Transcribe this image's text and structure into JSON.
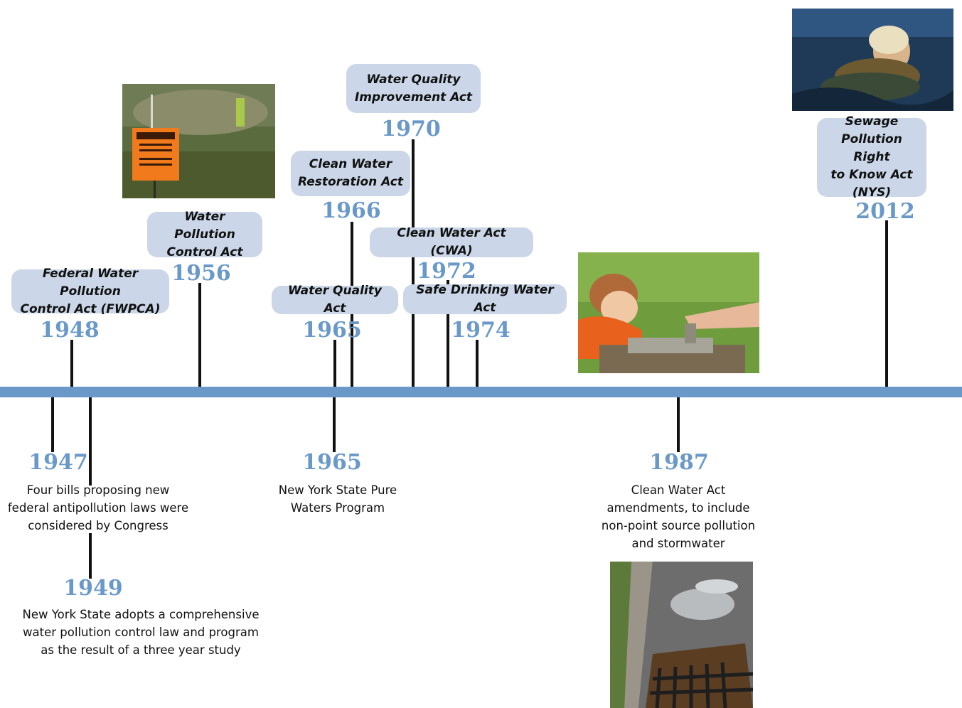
{
  "colors": {
    "axis": "#6a99c9",
    "year": "#6a99c9",
    "bubble": "#cbd7e8",
    "tick": "#111111"
  },
  "above": {
    "y1948": {
      "year": "1948",
      "label": "Federal Water Pollution\nControl Act (FWPCA)"
    },
    "y1956": {
      "year": "1956",
      "label": "Water Pollution\nControl Act"
    },
    "y1965": {
      "year": "1965",
      "label": "Water Quality Act"
    },
    "y1966": {
      "year": "1966",
      "label": "Clean Water\nRestoration Act"
    },
    "y1970": {
      "year": "1970",
      "label": "Water Quality\nImprovement Act"
    },
    "y1972": {
      "year": "1972",
      "label": "Clean Water Act (CWA)"
    },
    "y1974": {
      "year": "1974",
      "label": "Safe Drinking Water Act"
    },
    "y2012": {
      "year": "2012",
      "label": "Sewage\nPollution Right\nto Know Act\n(NYS)"
    }
  },
  "below": {
    "y1947": {
      "year": "1947",
      "text": "Four bills proposing new\nfederal antipollution laws were\nconsidered by Congress"
    },
    "y1949": {
      "year": "1949",
      "text": "New York State adopts a comprehensive\nwater pollution control law and program\nas the result of a three year study"
    },
    "y1965": {
      "year": "1965",
      "text": "New York State Pure\nWaters Program"
    },
    "y1987": {
      "year": "1987",
      "text": "Clean Water Act\namendments, to include\nnon-point source pollution\nand stormwater"
    }
  },
  "photos": {
    "warning_sign": "photo-warning-sign",
    "child_swimming": "photo-child-swimming",
    "child_fountain": "photo-child-drinking-fountain",
    "storm_drain": "photo-storm-drain"
  }
}
